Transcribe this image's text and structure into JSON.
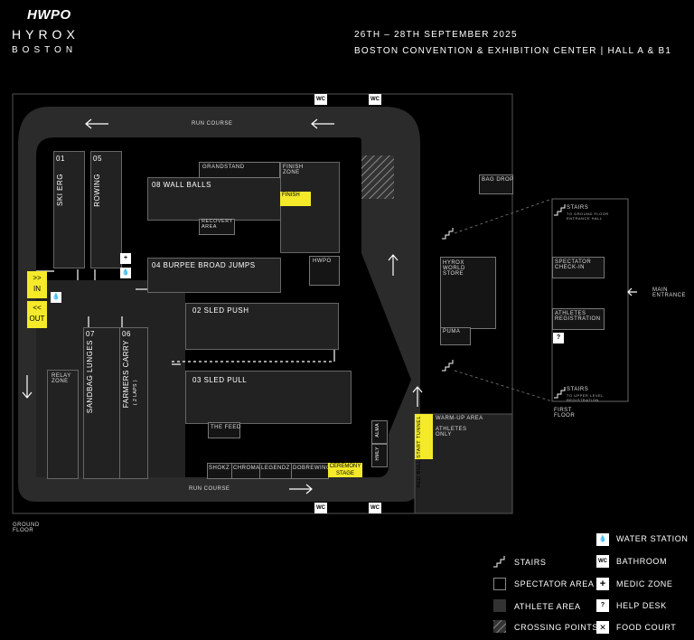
{
  "brand": {
    "logo": "HWPO",
    "event": "HYROX",
    "city": "BOSTON"
  },
  "header": {
    "dates": "26TH – 28TH SEPTEMBER 2025",
    "venue": "BOSTON CONVENTION & EXHIBITION CENTER | HALL A & B1"
  },
  "map": {
    "run_course_top": "RUN COURSE",
    "run_course_bottom": "RUN COURSE",
    "ski_erg": "SKI ERG",
    "ski_erg_num": "01",
    "rowing": "ROWING",
    "rowing_num": "05",
    "wall_balls": "08 WALL BALLS",
    "burpee": "04 BURPEE BROAD JUMPS",
    "sled_push": "02 SLED PUSH",
    "sled_pull": "03 SLED PULL",
    "sandbag": "SANDBAG LUNGES",
    "sandbag_num": "07",
    "farmers": "FARMERS CARRY",
    "farmers_num": "06",
    "farmers_sub": "( 2 LAPS )",
    "grandstand": "GRANDSTAND",
    "finish_zone": "FINISH ZONE",
    "finish": "FINISH",
    "recovery": "RECOVERY AREA",
    "hwpo_booth": "HWPO",
    "relay_zone": "RELAY ZONE",
    "in_arrows": ">>",
    "in": "IN",
    "out_arrows": "<<",
    "out": "OUT",
    "the_feed": "THE FEED",
    "sponsors": [
      "SHOKZ",
      "CHROMA",
      "LEGENDZ",
      "DOBREWING"
    ],
    "ceremony_stage": "CEREMONY STAGE",
    "alma": "ALMA",
    "hmly": "HMLY",
    "start_tunnel": "RED BULL START TUNNEL",
    "warmup": "WARM-UP AREA",
    "athletes_only": "ATHLETES ONLY",
    "bag_drop": "BAG DROP",
    "hyrox_store": "HYROX WORLD STORE",
    "puma": "PUMA",
    "stairs_ground": "STAIRS",
    "stairs_ground_sub": "TO GROUND FLOOR ENTRANCE HALL",
    "spectator_checkin": "SPECTATOR CHECK-IN",
    "athletes_registration": "ATHLETES REGISTRATION",
    "stairs_upper": "STAIRS",
    "stairs_upper_sub": "TO UPPER LEVEL REGISTRATION",
    "first_floor": "FIRST FLOOR",
    "main_entrance": "MAIN ENTRANCE",
    "ground_floor": "GROUND FLOOR",
    "wc": "WC",
    "help": "?"
  },
  "legend": {
    "stairs": "STAIRS",
    "spectator_area": "SPECTATOR AREA",
    "athlete_area": "ATHLETE AREA",
    "crossing_points": "CROSSING POINTS",
    "water_station": "WATER STATION",
    "bathroom": "BATHROOM",
    "medic_zone": "MEDIC ZONE",
    "help_desk": "HELP DESK",
    "food_court": "FOOD COURT"
  },
  "colors": {
    "accent": "#f4ea2a",
    "background": "#000000",
    "track": "#2b2b2b"
  }
}
